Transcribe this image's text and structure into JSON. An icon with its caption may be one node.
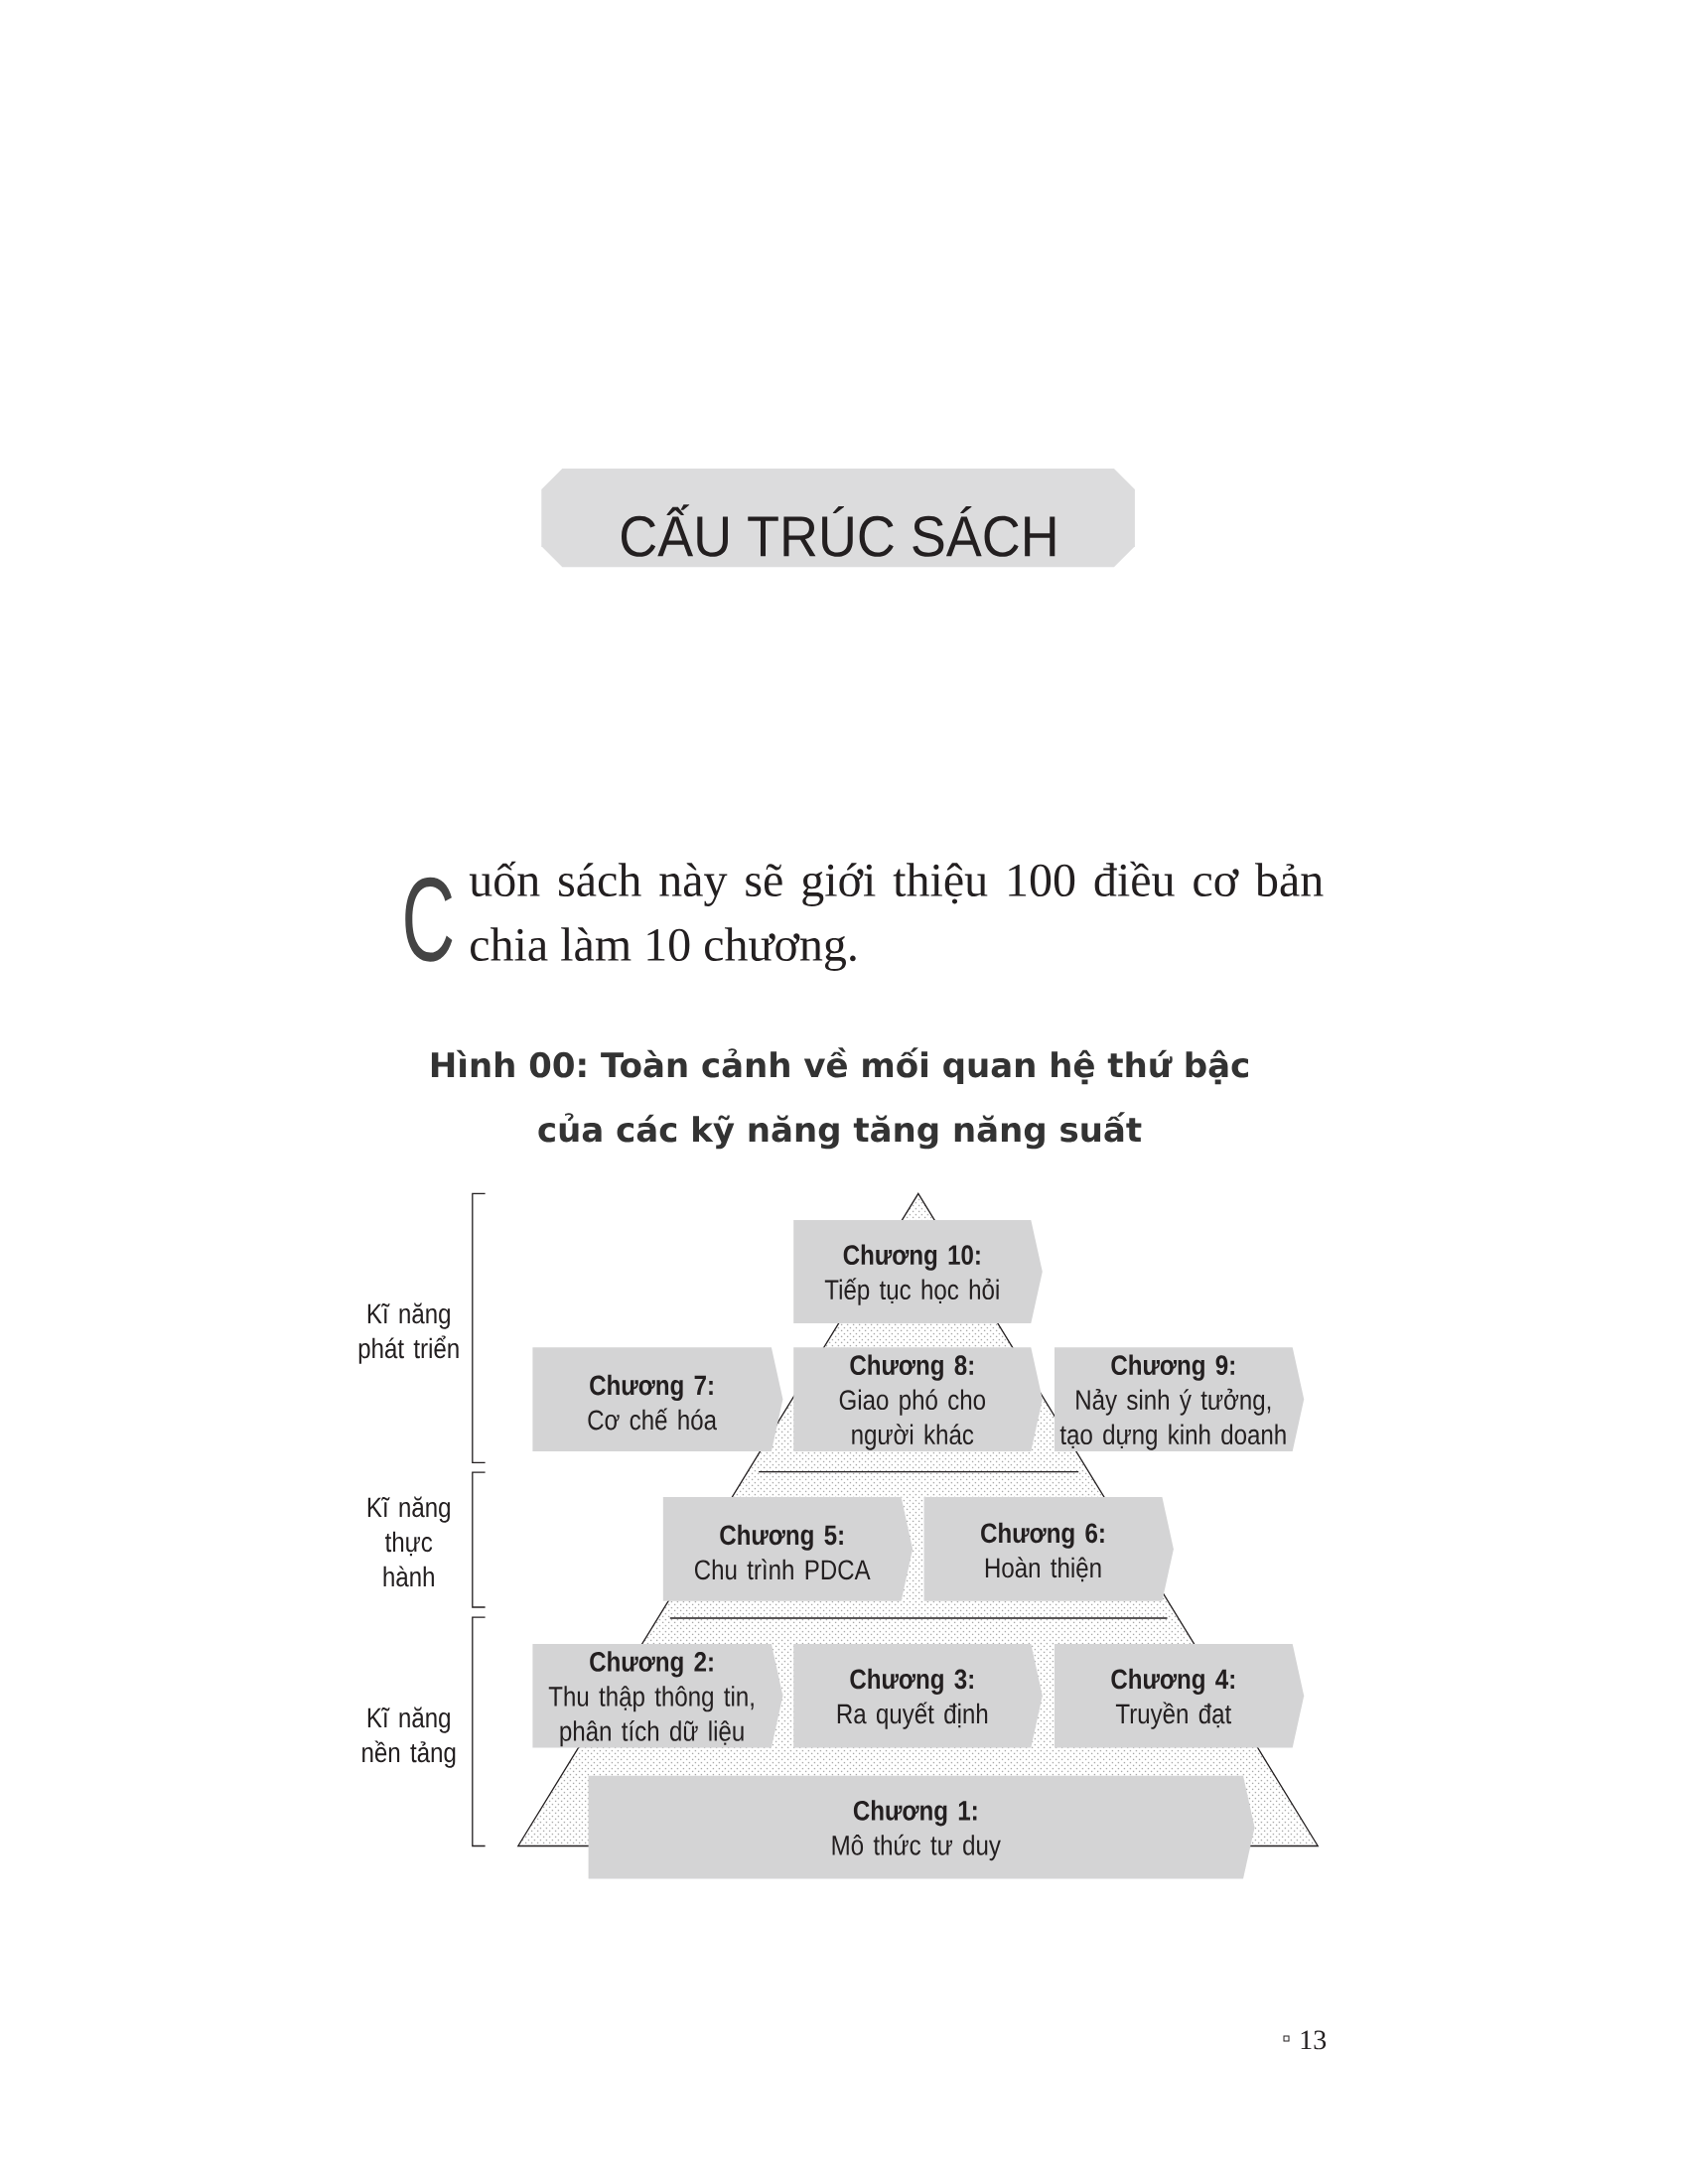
{
  "diagram": {
    "title": "CẤU TRÚC SÁCH",
    "caption": "Hình 00: Toàn cảnh về mối quan hệ thứ bậc của các kỹ năng tăng năng suất",
    "nodes": [
      {
        "text": [
          "Chương 10:",
          "Tiếp tục học hỏi"
        ]
      },
      {
        "text": [
          "Chương 7:",
          "Cơ chế hóa"
        ]
      },
      {
        "text": [
          "Chương 8:",
          "Giao phó cho người khác"
        ]
      },
      {
        "text": [
          "Chương 9:",
          "Nảy sinh ý tưởng, tạo dựng kinh doanh"
        ]
      },
      {
        "text": [
          "Chương 5:",
          "Chu trình PDCA"
        ]
      },
      {
        "text": [
          "Chương 6:",
          "Hoàn thiện"
        ]
      },
      {
        "text": [
          "Chương 2:",
          "Thu thập thông tin, phân tích dữ liệu"
        ]
      },
      {
        "text": [
          "Chương 3:",
          "Ra quyết định"
        ]
      },
      {
        "text": [
          "Chương 4:",
          "Truyền đạt"
        ]
      },
      {
        "text": [
          "Chương 1:",
          "Mô thức tư duy"
        ]
      }
    ],
    "labels": [
      "Cuốn sách này sẽ giới thiệu 100 điều cơ bản chia làm 10 chương.",
      "Kĩ năng phát triển",
      "Kĩ năng thực hành",
      "Kĩ năng nền tảng",
      "13"
    ]
  }
}
